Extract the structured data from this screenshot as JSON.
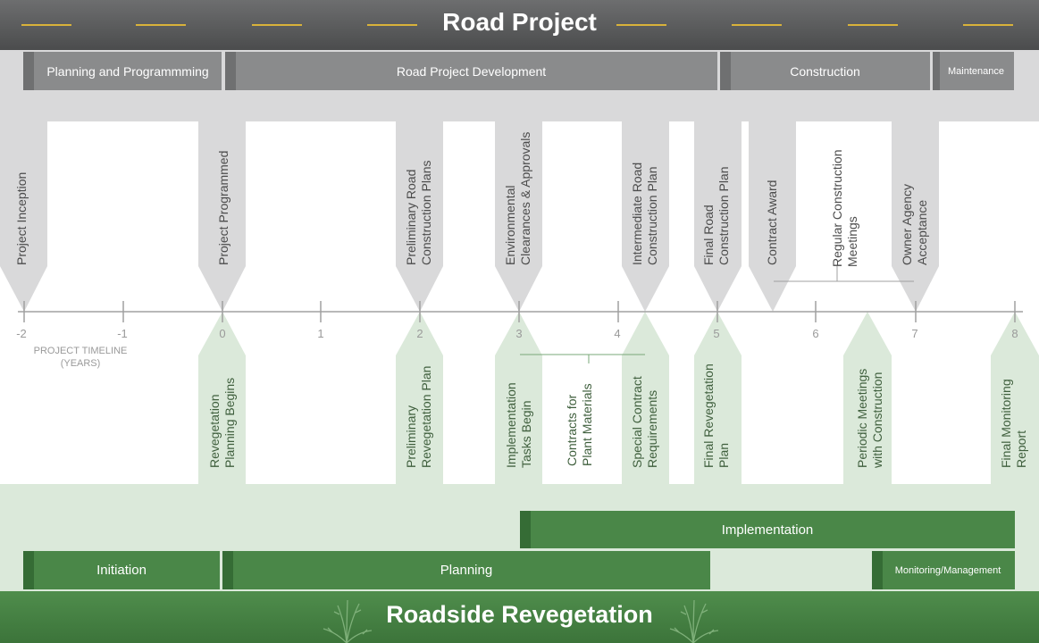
{
  "road_project": {
    "title": "Road Project",
    "phases": [
      "Planning and Programmming",
      "Road Project Development",
      "Construction",
      "Maintenance"
    ],
    "milestones": [
      "Project Inception",
      "Project Programmed",
      "Preliminary Road\nConstruction Plans",
      "Environmental\nClearances & Approvals",
      "Intermediate Road\nConstruction Plan",
      "Final Road\nConstruction Plan",
      "Contract Award",
      "Regular Construction\nMeetings",
      "Owner Agency\nAcceptance"
    ]
  },
  "timeline": {
    "title": "PROJECT TIMELINE\n(YEARS)",
    "ticks": [
      "-2",
      "-1",
      "0",
      "1",
      "2",
      "3",
      "4",
      "5",
      "6",
      "7",
      "8"
    ]
  },
  "roadside_revegetation": {
    "title": "Roadside Revegetation",
    "milestones": [
      "Revegetation\nPlanning Begins",
      "Preliminary\nRevegetation Plan",
      "Implementation\nTasks Begin",
      "Contracts for\nPlant Materials",
      "Special Contract\nRequirements",
      "Final Revegetation\nPlan",
      "Periodic Meetings\nwith Construction",
      "Final Monitoring\nReport"
    ],
    "phases": [
      "Implementation",
      "Initiation",
      "Planning",
      "Monitoring/Management"
    ]
  },
  "colors": {
    "road_gray": "#8a8b8c",
    "road_band": "#d9d9da",
    "veg_green": "#4a8748",
    "veg_band": "#dbe9da",
    "road_line_yellow": "#d8b23a"
  }
}
